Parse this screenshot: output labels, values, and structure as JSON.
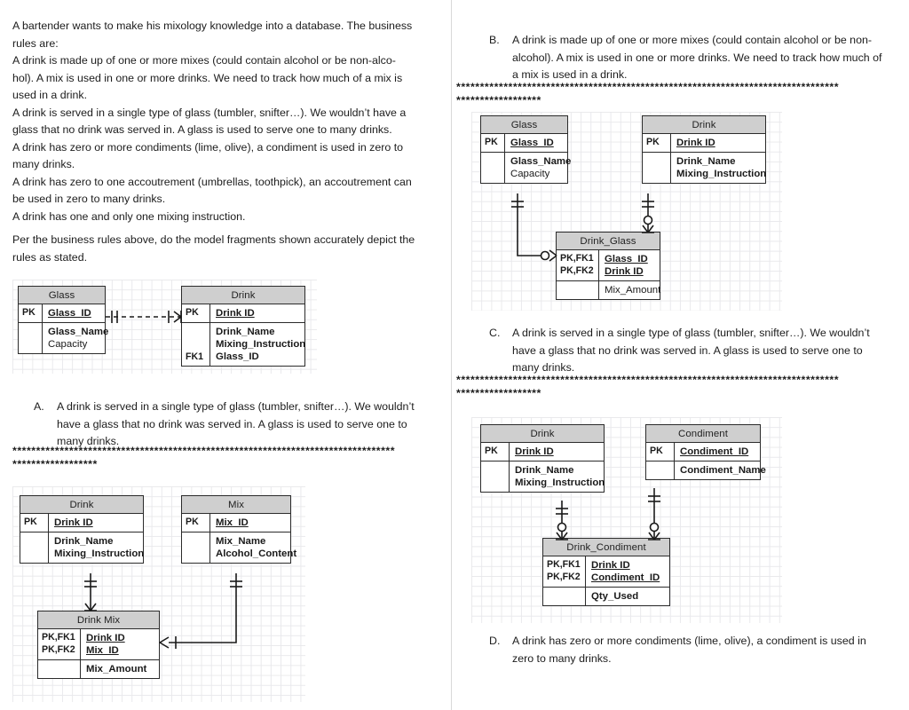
{
  "document": {
    "intro_paragraph": "A bartender wants to make his mixology knowledge into a database. The business rules are:\nA drink is made up of one or more mixes (could contain alcohol or be non-alco-\nhol). A mix is used in one or more drinks. We need to track how much of a mix is used in a drink.\nA drink is served in a single type of glass (tumbler, snifter…). We wouldn’t have a glass that no drink was served in. A glass is used to serve one to many drinks.\nA drink has zero or more condiments (lime, olive), a condiment is used in zero to many drinks.\nA drink has zero to one accoutrement (umbrellas, toothpick), an accoutrement can be used in zero to many drinks.\nA drink has one and only one mixing instruction.",
    "question_paragraph": "Per the business rules above, do the model fragments shown accurately depict the rules as stated.",
    "separator_long": "*********************************************************************************",
    "separator_short": "******************"
  },
  "items": [
    {
      "marker": "A.",
      "text": "A drink is served in a single type of glass (tumbler, snifter…). We wouldn’t have a glass that no drink was served in. A glass is used to serve one to many drinks."
    },
    {
      "marker": "B.",
      "text": "A drink is made up of one or more mixes (could contain alcohol or be non-alcohol). A mix is used in one or more drinks. We need to track how much of a mix is used in a drink."
    },
    {
      "marker": "C.",
      "text": "A drink is served in a single type of glass (tumbler, snifter…). We wouldn’t have a glass that no drink was served in. A glass is used to serve one to many drinks."
    },
    {
      "marker": "D.",
      "text": "A drink has zero or more condiments (lime, olive), a condiment is used in zero to many drinks."
    }
  ],
  "diagrams": {
    "glass_drink": {
      "entities": {
        "glass": {
          "title": "Glass",
          "rows": [
            {
              "key": "PK",
              "attrs": [
                {
                  "text": "Glass_ID",
                  "style": "u"
                }
              ]
            },
            {
              "key": "",
              "attrs": [
                {
                  "text": "Glass_Name",
                  "style": "b"
                },
                {
                  "text": "Capacity",
                  "style": "n"
                }
              ]
            }
          ]
        },
        "drink": {
          "title": "Drink",
          "rows": [
            {
              "key": "PK",
              "attrs": [
                {
                  "text": "Drink ID",
                  "style": "u"
                }
              ]
            },
            {
              "key": "FK1",
              "attrs": [
                {
                  "text": "Drink_Name",
                  "style": "b"
                },
                {
                  "text": "Mixing_Instruction",
                  "style": "b"
                },
                {
                  "text": "Glass_ID",
                  "style": "b"
                }
              ]
            }
          ]
        }
      },
      "relationship": {
        "style": "dashed",
        "left_cardinality": "one-and-only-one",
        "right_cardinality": "many"
      }
    },
    "drink_mix": {
      "entities": {
        "drink": {
          "title": "Drink",
          "rows": [
            {
              "key": "PK",
              "attrs": [
                {
                  "text": "Drink ID",
                  "style": "u"
                }
              ]
            },
            {
              "key": "",
              "attrs": [
                {
                  "text": "Drink_Name",
                  "style": "b"
                },
                {
                  "text": "Mixing_Instruction",
                  "style": "b"
                }
              ]
            }
          ]
        },
        "mix": {
          "title": "Mix",
          "rows": [
            {
              "key": "PK",
              "attrs": [
                {
                  "text": "Mix_ID",
                  "style": "u"
                }
              ]
            },
            {
              "key": "",
              "attrs": [
                {
                  "text": "Mix_Name",
                  "style": "b"
                },
                {
                  "text": "Alcohol_Content",
                  "style": "b"
                }
              ]
            }
          ]
        },
        "drink_mix": {
          "title": "Drink Mix",
          "rows": [
            {
              "key": "PK,FK1\nPK,FK2",
              "attrs": [
                {
                  "text": "Drink ID",
                  "style": "u"
                },
                {
                  "text": "Mix_ID",
                  "style": "u"
                }
              ]
            },
            {
              "key": "",
              "attrs": [
                {
                  "text": "Mix_Amount",
                  "style": "b"
                }
              ]
            }
          ]
        }
      }
    },
    "glass_drink_glass": {
      "entities": {
        "glass": {
          "title": "Glass",
          "rows": [
            {
              "key": "PK",
              "attrs": [
                {
                  "text": "Glass_ID",
                  "style": "u"
                }
              ]
            },
            {
              "key": "",
              "attrs": [
                {
                  "text": "Glass_Name",
                  "style": "b"
                },
                {
                  "text": "Capacity",
                  "style": "n"
                }
              ]
            }
          ]
        },
        "drink": {
          "title": "Drink",
          "rows": [
            {
              "key": "PK",
              "attrs": [
                {
                  "text": "Drink ID",
                  "style": "u"
                }
              ]
            },
            {
              "key": "",
              "attrs": [
                {
                  "text": "Drink_Name",
                  "style": "b"
                },
                {
                  "text": "Mixing_Instruction",
                  "style": "b"
                }
              ]
            }
          ]
        },
        "drink_glass": {
          "title": "Drink_Glass",
          "rows": [
            {
              "key": "PK,FK1\nPK,FK2",
              "attrs": [
                {
                  "text": "Glass_ID",
                  "style": "u"
                },
                {
                  "text": "Drink ID",
                  "style": "u"
                }
              ]
            },
            {
              "key": "",
              "attrs": [
                {
                  "text": "Mix_Amount",
                  "style": "n"
                }
              ]
            }
          ]
        }
      }
    },
    "drink_condiment": {
      "entities": {
        "drink": {
          "title": "Drink",
          "rows": [
            {
              "key": "PK",
              "attrs": [
                {
                  "text": "Drink ID",
                  "style": "u"
                }
              ]
            },
            {
              "key": "",
              "attrs": [
                {
                  "text": "Drink_Name",
                  "style": "b"
                },
                {
                  "text": "Mixing_Instruction",
                  "style": "b"
                }
              ]
            }
          ]
        },
        "condiment": {
          "title": "Condiment",
          "rows": [
            {
              "key": "PK",
              "attrs": [
                {
                  "text": "Condiment_ID",
                  "style": "u"
                }
              ]
            },
            {
              "key": "",
              "attrs": [
                {
                  "text": "Condiment_Name",
                  "style": "b"
                }
              ]
            }
          ]
        },
        "drink_condiment": {
          "title": "Drink_Condiment",
          "rows": [
            {
              "key": "PK,FK1\nPK,FK2",
              "attrs": [
                {
                  "text": "Drink ID",
                  "style": "u"
                },
                {
                  "text": "Condiment_ID",
                  "style": "u"
                }
              ]
            },
            {
              "key": "",
              "attrs": [
                {
                  "text": "Qty_Used",
                  "style": "b"
                }
              ]
            }
          ]
        }
      }
    }
  }
}
